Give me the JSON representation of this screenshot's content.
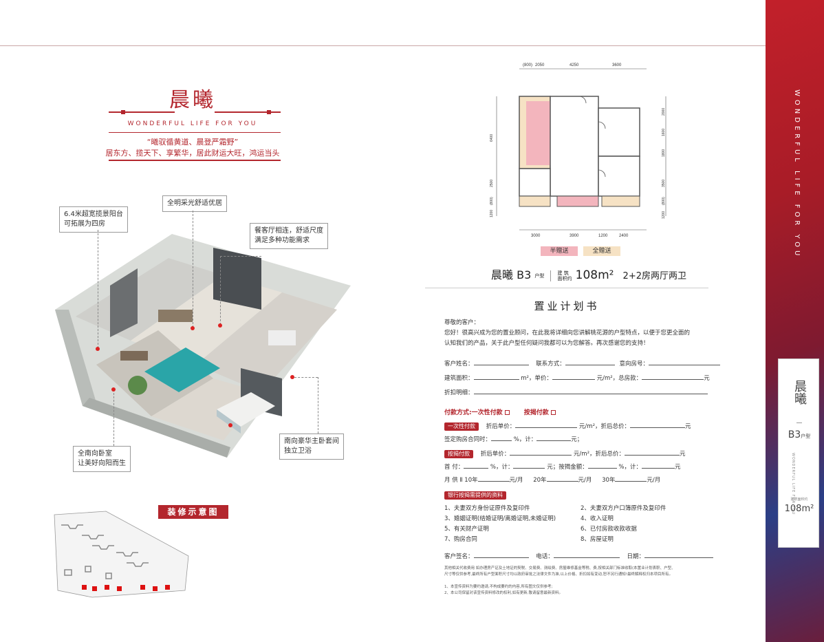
{
  "brand": {
    "name": "晨曦",
    "tagline_en": "WONDERFUL LIFE FOR YOU",
    "slogan_1": "“曦驭循黄道、晨登严霜野”",
    "slogan_2": "居东方、揽天下、享繁华，居此财运大旺，鸿运当头"
  },
  "callouts": {
    "balcony": [
      "6.4米超宽揽景阳台",
      "可拓展为四房"
    ],
    "light": "全明采光舒适优居",
    "dining": [
      "餐客厅相连，舒适尺度",
      "满足多种功能需求"
    ],
    "bedroom_south": [
      "全南向卧室",
      "让美好向阳而生"
    ],
    "master": [
      "南向豪华主卧套间",
      "独立卫浴"
    ]
  },
  "deco_label": "装修示意图",
  "floorplan": {
    "dims_top": [
      "(800)",
      "2050",
      "4250",
      "3600"
    ],
    "dims_bottom": [
      "3000",
      "3900",
      "1200",
      "2400"
    ],
    "dims_left": [
      "6400",
      "2500",
      "(800)",
      "1200"
    ],
    "dims_right": [
      "2000",
      "1600",
      "1800",
      "3500",
      "(800)",
      "1200"
    ],
    "legend_half": "半赠送",
    "legend_full": "全赠送"
  },
  "unit": {
    "name": "晨曦 B3",
    "type_label": "户型",
    "area_label_1": "建  筑",
    "area_label_2": "面积约",
    "area": "108m²",
    "layout": "2+2房两厅两卫"
  },
  "doc": {
    "title": "置业计划书",
    "greeting": "尊敬的客户：",
    "intro_1": "您好！很高兴成为您的置业顾问，在此我将详细向您讲解桃花源的户型特点，以便于您更全面的",
    "intro_2": "认知我们的产品，关于此户型任何疑问我都可以为您解答。再次感谢您的支持！",
    "f_name": "客户姓名：",
    "f_contact": "联系方式：",
    "f_room": "意向房号：",
    "f_area": "建筑面积：",
    "f_area_unit": "m²，单价：",
    "f_price_unit": "元/m²，总房款：",
    "f_yuan": "元",
    "f_discount": "折扣明细：",
    "pay_method": "付款方式:一次性付款",
    "pay_mortgage": "按揭付款",
    "tag_full": "一次性付款",
    "tag_mort": "按揭付款",
    "tag_docs": "银行按揭需提供的资料",
    "after_unit": "折后单价：",
    "after_unit_u": "元/m²，折后总价：",
    "sign_pay": "签定购房合同时：",
    "pct_calc": "%，计：",
    "yuan_semi": "元；",
    "first": "首  付：",
    "pct_calc2": "%，计：",
    "yuan_loan": "元；按揭金额：",
    "pct_calc3": "%，计：",
    "monthly": "月  供 Ⅱ 10年",
    "per_month": "元/月",
    "y20": "20年",
    "y30": "30年",
    "docs": [
      "1、夫妻双方身份证原件及复印件",
      "2、夫妻双方户口簿原件及复印件",
      "3、婚姻证明(结婚证明/离婚证明,未婚证明)",
      "4、收入证明",
      "5、有关财产证明",
      "6、已付房款收款收据",
      "7、购房合同",
      "8、房屋证明"
    ],
    "sig_name": "客户签名：",
    "sig_phone": "电话：",
    "sig_date": "日期：",
    "fine_1": "其他相关代收费用 如办理房产证及土地证的契税、交易费、测绘费、房屋维修基金等税、费,按相关部门标准收取(本置业计划表职、户型、",
    "fine_2": "尺寸等仅供参考,最终所有户型面积尺寸均以政府审批之法律文件为准,以上价格、折扣如有变动,恕不另行通知!最终解释权归本项目所有。",
    "note_1": "1、本宣传资料为要约邀请,不构成要约的内容,所有图文仅供参考;",
    "note_2": "2、本公司保留对该宣传资料修改的权利,如有更新,敬请留意最新资料。"
  },
  "strip": {
    "vertical_text": "WONDERFUL LIFE FOR YOU",
    "card_name": "晨曦",
    "card_unit": "B3",
    "card_unit_label": "户型",
    "card_en": "WONDERFUL LIFE FOR YOU",
    "card_area_label": "建筑面积约",
    "card_area": "108m²"
  },
  "colors": {
    "accent_red": "#b3262d",
    "half_gift": "#f3b5bd",
    "full_gift": "#f6e2c4"
  }
}
